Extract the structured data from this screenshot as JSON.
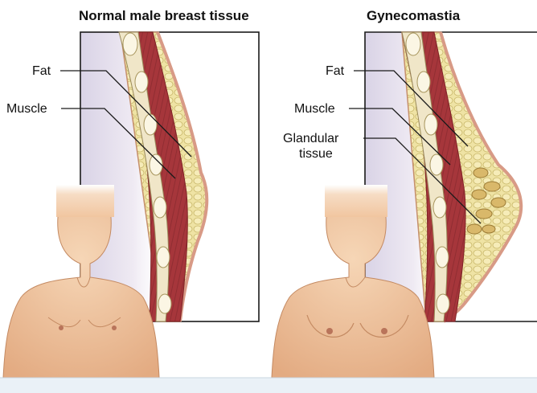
{
  "panels": [
    {
      "title": "Normal male breast tissue",
      "labels": [
        "Fat",
        "Muscle"
      ]
    },
    {
      "title": "Gynecomastia",
      "labels": [
        "Fat",
        "Muscle",
        "Glandular",
        "tissue"
      ]
    }
  ],
  "colors": {
    "skin": "#f2c9a4",
    "skin_shade": "#e0a97f",
    "muscle": "#a8363a",
    "fat": "#ecdf9a",
    "bone": "#f4efd9",
    "frame": "#1a1a1a",
    "bottom_bar": "#e6eef5"
  }
}
